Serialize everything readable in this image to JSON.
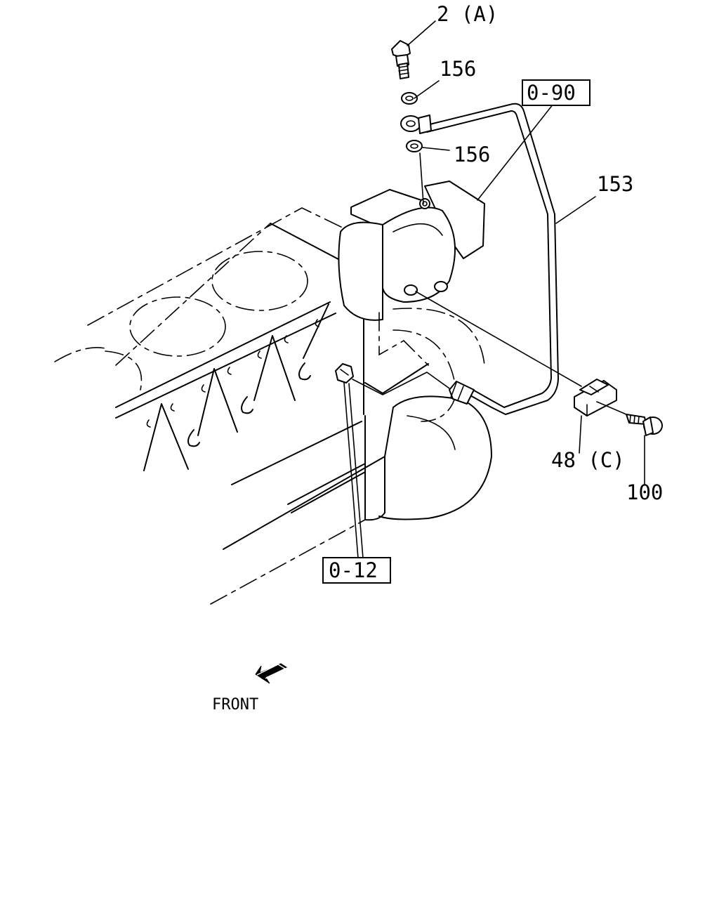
{
  "labels": {
    "part_2a": "2 (A)",
    "part_156_upper": "156",
    "part_156_lower": "156",
    "ref_0_90": "0-90",
    "part_153": "153",
    "part_48c": "48 (C)",
    "part_100": "100",
    "ref_0_12": "0-12",
    "front": "FRONT"
  },
  "icons": {
    "front_arrow": "front-arrow-icon"
  }
}
